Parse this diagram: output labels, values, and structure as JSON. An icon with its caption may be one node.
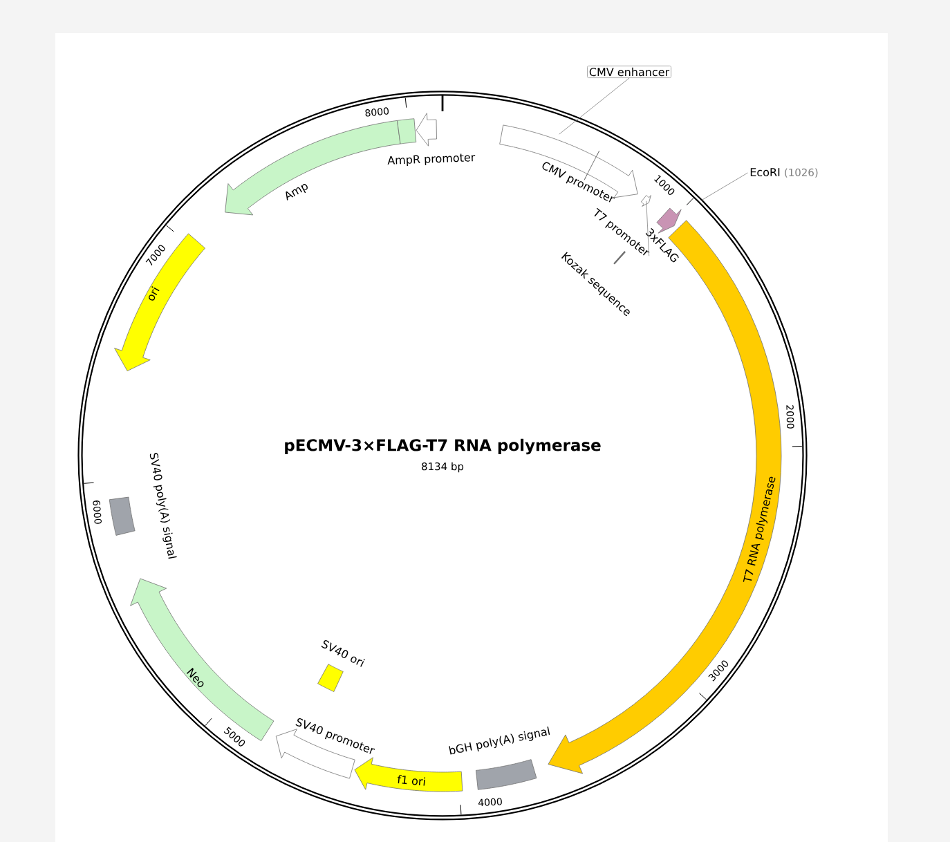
{
  "diagram": {
    "title": "pECMV-3×FLAG-T7 RNA polymerase",
    "nodes": [
      {
        "text": [
          "CMV enhancer"
        ]
      },
      {
        "text": [],
        "shape": "arrow"
      },
      {
        "text": [
          "CMV promoter"
        ]
      },
      {
        "text": [
          "T7 promoter"
        ]
      },
      {
        "text": [],
        "shape": "arrow"
      },
      {
        "text": [
          "Kozak sequence"
        ]
      },
      {
        "text": [
          "3xFLAG"
        ]
      },
      {
        "text": [
          "EcoRI",
          "(1026)"
        ]
      },
      {
        "text": [
          "T7 RNA polymerase"
        ]
      },
      {
        "text": [
          "bGH poly(A) signal"
        ]
      },
      {
        "text": [
          "f1 ori"
        ]
      },
      {
        "text": [
          "SV40 promoter"
        ]
      },
      {
        "text": [
          "SV40 ori"
        ]
      },
      {
        "text": [
          "Neo"
        ]
      },
      {
        "text": [
          "SV40 poly(A) signal"
        ]
      },
      {
        "text": [
          "ori"
        ]
      },
      {
        "text": [
          "Amp"
        ]
      },
      {
        "text": [
          "AmpR promoter"
        ]
      },
      {
        "text": [],
        "shape": "arrow"
      }
    ],
    "edges": [
      {
        "from": 0,
        "to": 1,
        "arrow": "none"
      },
      {
        "from": 3,
        "to": 4,
        "arrow": "none"
      },
      {
        "from": 7,
        "to": null,
        "arrow": "none"
      }
    ],
    "labels": [
      "8134 bp",
      "1000",
      "2000",
      "3000",
      "4000",
      "5000",
      "6000",
      "7000",
      "8000"
    ]
  }
}
